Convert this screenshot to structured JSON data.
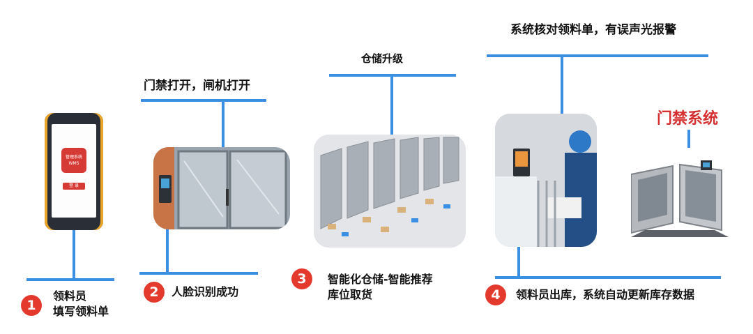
{
  "stages": {
    "upgrade_label": "仓储升级",
    "check_label": "系统核对领料单，有误声光报警",
    "door_open_label": "门禁打开，闸机打开",
    "access_system_label": "门禁系统"
  },
  "phone": {
    "app_name": "管理系统",
    "app_sub": "WMS",
    "login_label": "登 录"
  },
  "steps": [
    {
      "num": "1",
      "line1": "领料员",
      "line2": "填写领料单"
    },
    {
      "num": "2",
      "line1": "人脸识别成功"
    },
    {
      "num": "3",
      "line1": "智能化仓储-智能推荐",
      "line2": "库位取货"
    },
    {
      "num": "4",
      "line1": "领料员出库，系统自动更新库存数据"
    }
  ],
  "colors": {
    "connector": "#3b8fe3",
    "step_badge": "#e43a2d",
    "access_system_title": "#d62f2f"
  }
}
